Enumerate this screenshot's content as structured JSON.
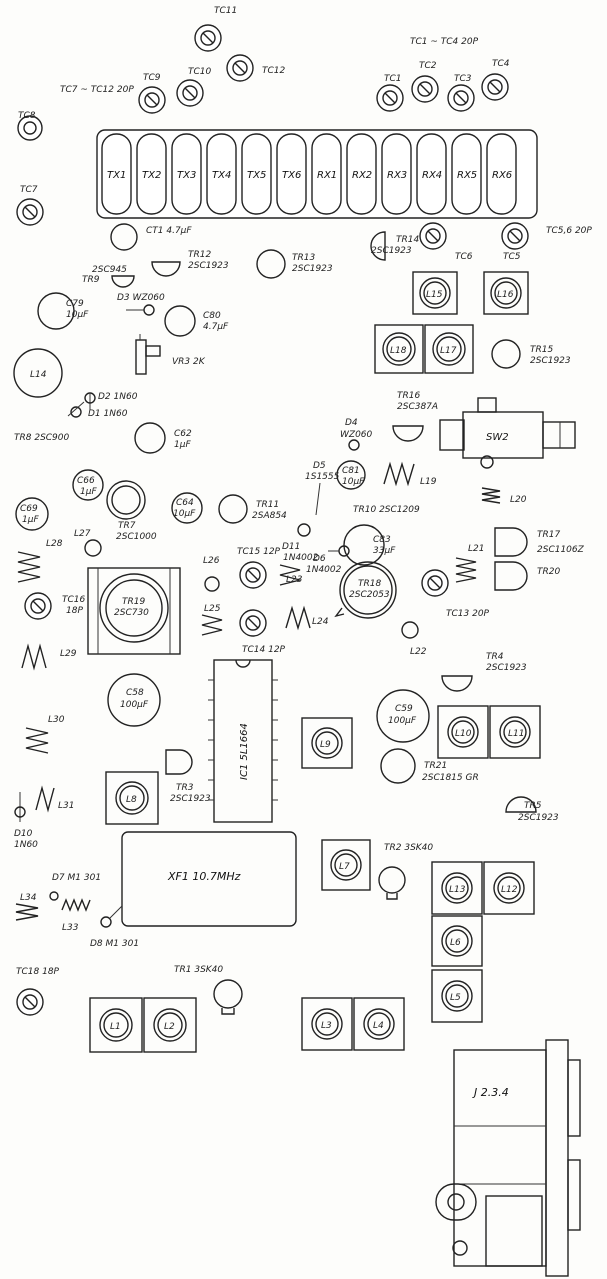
{
  "trimmers": [
    {
      "name": "TC11"
    },
    {
      "name": "TC12"
    },
    {
      "name": "TC10"
    },
    {
      "name": "TC9"
    },
    {
      "name": "TC8"
    },
    {
      "name": "TC7"
    },
    {
      "name": "TC1"
    },
    {
      "name": "TC2"
    },
    {
      "name": "TC3"
    },
    {
      "name": "TC4"
    },
    {
      "name": "TC6"
    },
    {
      "name": "TC5"
    },
    {
      "name": "TC15 12P"
    },
    {
      "name": "TC16 18P"
    },
    {
      "name": "TC13 20P"
    },
    {
      "name": "TC14 12P"
    },
    {
      "name": "TC18 18P"
    }
  ],
  "group_labels": {
    "tc1_tc4": "TC1 ~ TC4  20P",
    "tc7_tc12": "TC7 ~ TC12  20P",
    "tc56": "TC5,6  20P"
  },
  "crystals": [
    "TX1",
    "TX2",
    "TX3",
    "TX4",
    "TX5",
    "TX6",
    "RX1",
    "RX2",
    "RX3",
    "RX4",
    "RX5",
    "RX6"
  ],
  "coils_boxed": [
    {
      "name": "L15"
    },
    {
      "name": "L16"
    },
    {
      "name": "L18"
    },
    {
      "name": "L17"
    },
    {
      "name": "L9"
    },
    {
      "name": "L10"
    },
    {
      "name": "L11"
    },
    {
      "name": "L8"
    },
    {
      "name": "L7"
    },
    {
      "name": "L13"
    },
    {
      "name": "L12"
    },
    {
      "name": "L6"
    },
    {
      "name": "L5"
    },
    {
      "name": "L1"
    },
    {
      "name": "L2"
    },
    {
      "name": "L3"
    },
    {
      "name": "L4"
    }
  ],
  "labels": {
    "ct1": "CT1 4.7μF",
    "tr12": "TR12",
    "tr12_type": "2SC1923",
    "tr13": "TR13",
    "tr13_type": "2SC1923",
    "tr14": "TR14",
    "tr14_type": "2SC1923",
    "tr9_type": "2SC945",
    "tr9": "TR9",
    "d3": "D3 WZ060",
    "c79": "C79",
    "c79_val": "10μF",
    "c80": "C80",
    "c80_val": "4.7μF",
    "vr3": "VR3 2K",
    "l14": "L14",
    "tr15": "TR15",
    "tr15_type": "2SC1923",
    "d2": "D2 1N60",
    "d1": "D1 1N60",
    "c62": "C62",
    "c62_val": "1μF",
    "tr8": "TR8 2SC900",
    "tr16": "TR16",
    "tr16_type": "2SC387A",
    "d4": "D4",
    "d4_type": "WZ060",
    "sw2": "SW2",
    "c66": "C66",
    "c66_val": "1μF",
    "c64": "C64",
    "c64_val": "10μF",
    "d5": "D5",
    "d5_type": "1S1555",
    "c81": "C81",
    "c81_val": "10μF",
    "l19": "L19",
    "l20": "L20",
    "c69": "C69",
    "c69_val": "1μF",
    "tr7": "TR7",
    "tr7_type": "2SC1000",
    "tr11": "TR11",
    "tr11_type": "2SA854",
    "d11": "D11",
    "d11_type": "1N4002",
    "tr10": "TR10 2SC1209",
    "c83": "C83",
    "c83_val": "33μF",
    "d6": "D6",
    "d6_type": "1N4002",
    "tr17": "TR17",
    "tr17_type": "2SC1106Z",
    "l28": "L28",
    "l27": "L27",
    "l26": "L26",
    "tc15": "TC15 12P",
    "tr18": "TR18",
    "tr18_type": "2SC2053",
    "l21": "L21",
    "tr20": "TR20",
    "tr19": "TR19",
    "tr19_type": "2SC730",
    "l23": "L23",
    "l25": "L25",
    "l24": "L24",
    "tc16": "TC16",
    "tc16_val": "18P",
    "tc13": "TC13 20P",
    "l22": "L22",
    "l29": "L29",
    "tc14": "TC14 12P",
    "tr4": "TR4",
    "tr4_type": "2SC1923",
    "c58": "C58",
    "c58_val": "100μF",
    "ic1": "IC1  5L1664",
    "c59": "C59",
    "c59_val": "100μF",
    "l30": "L30",
    "tr21": "TR21",
    "tr21_type": "2SC1815 GR",
    "tr3": "TR3",
    "tr3_type": "2SC1923",
    "l31": "L31",
    "tr5": "TR5",
    "tr5_type": "2SC1923",
    "d10": "D10",
    "d10_type": "1N60",
    "xf1": "XF1  10.7MHz",
    "tr2": "TR2  3SK40",
    "d7": "D7 M1 301",
    "l34": "L34",
    "l33": "L33",
    "d8": "D8 M1 301",
    "tr1": "TR1  3SK40",
    "tc18": "TC18 18P",
    "j234": "J 2.3.4"
  }
}
